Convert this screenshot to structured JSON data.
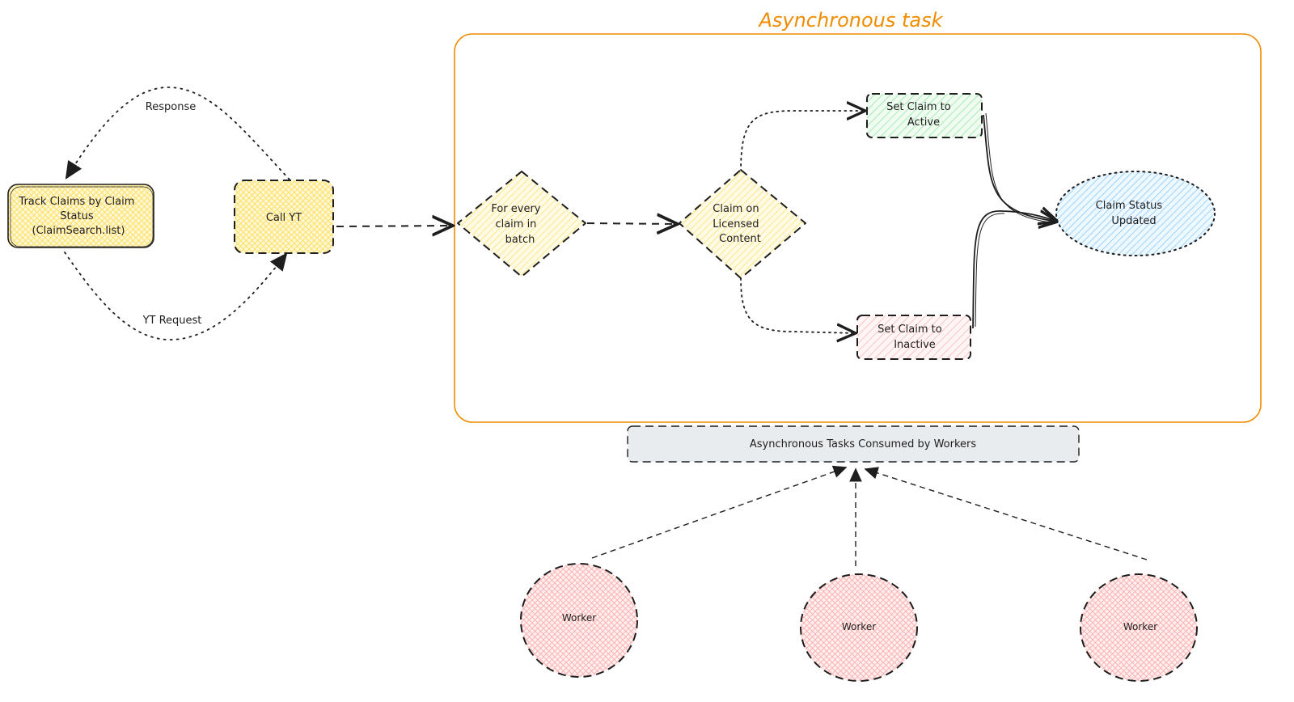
{
  "group": {
    "title": "Asynchronous task",
    "accent_color": "#f08c00"
  },
  "nodes": {
    "track_claims": {
      "lines": [
        "Track Claims by Claim",
        "Status",
        "(ClaimSearch.list)"
      ],
      "fill": "#fff3bf"
    },
    "call_yt": {
      "lines": [
        "Call YT"
      ],
      "fill": "#ffec99"
    },
    "for_every_claim": {
      "lines": [
        "For every",
        "claim in",
        "batch"
      ],
      "fill": "#ffec99"
    },
    "claim_on_licensed": {
      "lines": [
        "Claim on",
        "Licensed",
        "Content"
      ],
      "fill": "#ffec99"
    },
    "set_active": {
      "lines": [
        "Set Claim to",
        "Active"
      ],
      "fill": "#b2f2bb"
    },
    "set_inactive": {
      "lines": [
        "Set Claim to",
        "Inactive"
      ],
      "fill": "#ffc9c9"
    },
    "claim_status_updated": {
      "lines": [
        "Claim Status",
        "Updated"
      ],
      "fill": "#a5d8ff"
    },
    "queue": {
      "lines": [
        "Asynchronous Tasks Consumed by Workers"
      ],
      "fill": "#e9ecef"
    },
    "workers": [
      {
        "label": "Worker",
        "fill": "#ffc9c9"
      },
      {
        "label": "Worker",
        "fill": "#ffc9c9"
      },
      {
        "label": "Worker",
        "fill": "#ffc9c9"
      }
    ]
  },
  "edges": {
    "response": "Response",
    "yt_request": "YT Request"
  }
}
